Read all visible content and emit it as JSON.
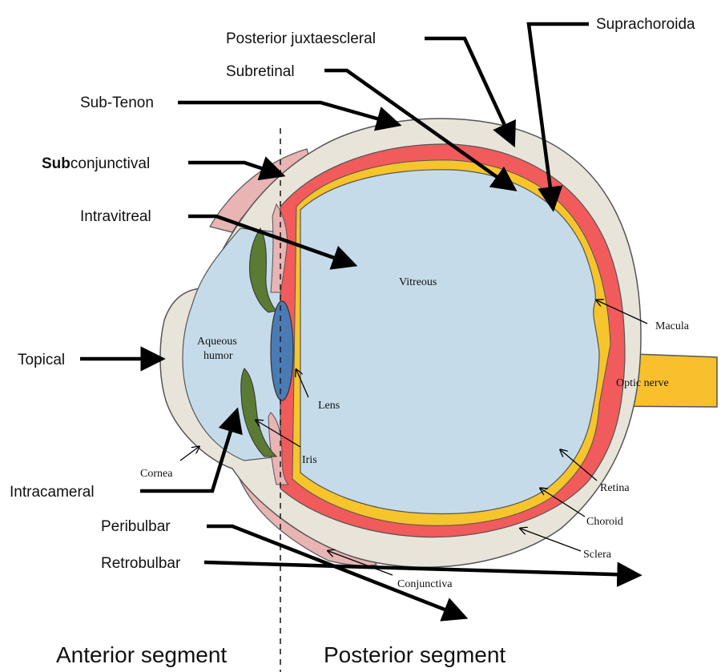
{
  "routes": {
    "posterior_juxtascleral": "Posterior juxtaescleral",
    "suprachoroidal": "Suprachoroida",
    "subretinal": "Subretinal",
    "sub_tenon": "Sub-Tenon",
    "subconjunctival_bold": "Sub",
    "subconjunctival_rest": "conjunctival",
    "intravitreal": "Intravitreal",
    "topical": "Topical",
    "intracameral": "Intracameral",
    "peribulbar": "Peribulbar",
    "retrobulbar": "Retrobulbar"
  },
  "anatomy": {
    "vitreous": "Vitreous",
    "aqueous_line1": "Aqueous",
    "aqueous_line2": "humor",
    "lens": "Lens",
    "iris": "Iris",
    "cornea": "Cornea",
    "macula": "Macula",
    "optic_nerve": "Optic nerve",
    "retina": "Retina",
    "choroid": "Choroid",
    "sclera": "Sclera",
    "conjunctiva": "Conjunctiva"
  },
  "segments": {
    "anterior": "Anterior segment",
    "posterior": "Posterior segment"
  },
  "colors": {
    "sclera": "#e9e4da",
    "choroid": "#f15b5b",
    "retina": "#f6c52c",
    "vitreous": "#c6dbea",
    "lens": "#4a7bb5",
    "iris": "#5b7a33",
    "conjunctiva": "#e8b4b4",
    "optic_nerve": "#f8c02c"
  }
}
